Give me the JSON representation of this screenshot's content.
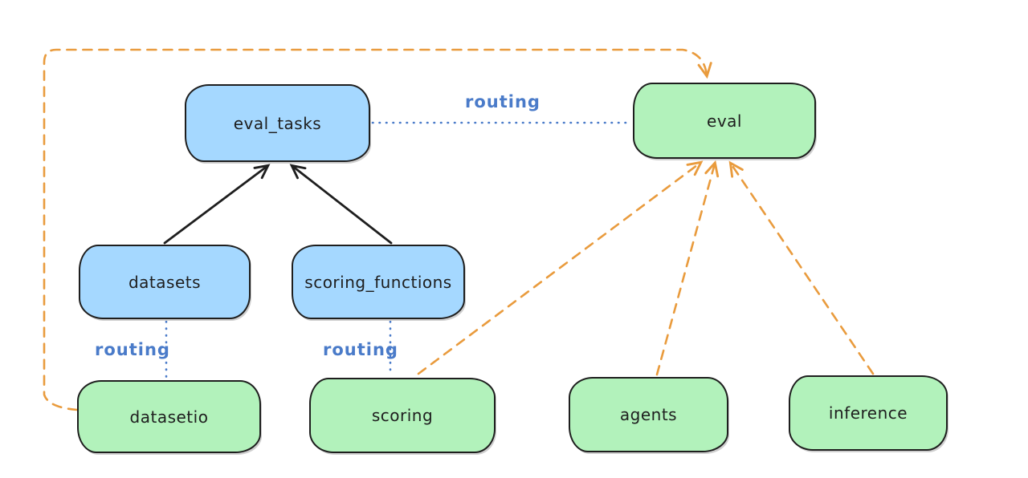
{
  "canvas": {
    "background": "#ffffff"
  },
  "colors": {
    "resource_fill_blue": "#a5d8ff",
    "api_fill_green": "#b2f2bb",
    "stroke_dark": "#1e1e1e",
    "routing_blue": "#4a7bc9",
    "provider_orange": "#e99b3d"
  },
  "diagram": {
    "nodes": [
      {
        "id": "eval_tasks",
        "label": "eval_tasks",
        "kind": "resource-blue"
      },
      {
        "id": "eval",
        "label": "eval",
        "kind": "api-green"
      },
      {
        "id": "datasets",
        "label": "datasets",
        "kind": "resource-blue"
      },
      {
        "id": "scoring_functions",
        "label": "scoring_functions",
        "kind": "resource-blue"
      },
      {
        "id": "datasetio",
        "label": "datasetio",
        "kind": "api-green"
      },
      {
        "id": "scoring",
        "label": "scoring",
        "kind": "api-green"
      },
      {
        "id": "agents",
        "label": "agents",
        "kind": "api-green"
      },
      {
        "id": "inference",
        "label": "inference",
        "kind": "api-green"
      }
    ],
    "edges": [
      {
        "from": "datasets",
        "to": "eval_tasks",
        "style": "solid",
        "color": "black",
        "arrow": true
      },
      {
        "from": "scoring_functions",
        "to": "eval_tasks",
        "style": "solid",
        "color": "black",
        "arrow": true
      },
      {
        "from": "eval_tasks",
        "to": "eval",
        "style": "dotted",
        "color": "blue",
        "arrow": false,
        "label": "routing"
      },
      {
        "from": "datasets",
        "to": "datasetio",
        "style": "dotted",
        "color": "blue",
        "arrow": false,
        "label": "routing"
      },
      {
        "from": "scoring_functions",
        "to": "scoring",
        "style": "dotted",
        "color": "blue",
        "arrow": false,
        "label": "routing"
      },
      {
        "from": "datasetio",
        "to": "eval",
        "style": "dashed",
        "color": "orange",
        "arrow": true
      },
      {
        "from": "scoring",
        "to": "eval",
        "style": "dashed",
        "color": "orange",
        "arrow": true
      },
      {
        "from": "agents",
        "to": "eval",
        "style": "dashed",
        "color": "orange",
        "arrow": true
      },
      {
        "from": "inference",
        "to": "eval",
        "style": "dashed",
        "color": "orange",
        "arrow": true
      }
    ]
  }
}
